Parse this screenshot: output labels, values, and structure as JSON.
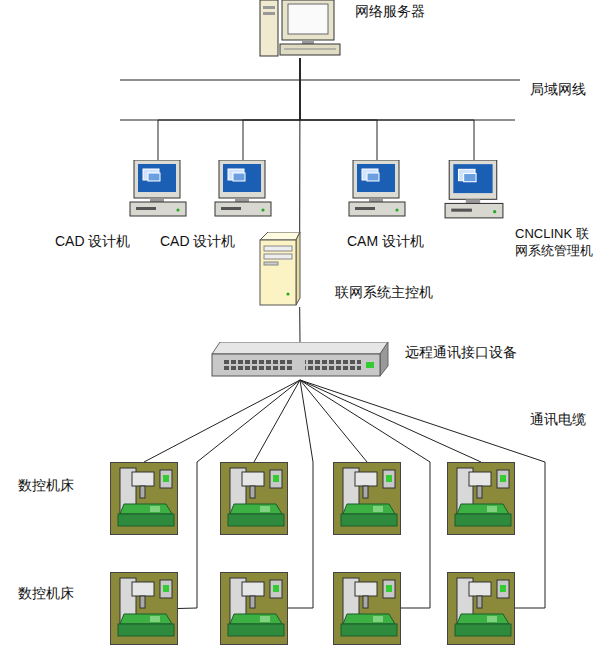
{
  "diagram": {
    "nodes": [
      {
        "text": [
          "网络服务器"
        ]
      },
      {
        "text": [
          "CAD 设计机"
        ]
      },
      {
        "text": [
          "CAD 设计机"
        ]
      },
      {
        "text": [
          "CAM 设计机"
        ]
      },
      {
        "text": [
          "CNCLINK 联网系统管理机"
        ]
      },
      {
        "text": [
          "联网系统主控机"
        ]
      },
      {
        "text": [
          "远程通讯接口设备"
        ]
      },
      {
        "text": [
          "数控机床"
        ]
      },
      {
        "text": [
          "数控机床"
        ]
      }
    ],
    "edges": [
      {
        "from": 0,
        "to": 1,
        "arrow": "none"
      },
      {
        "from": 0,
        "to": 2,
        "arrow": "none"
      },
      {
        "from": 0,
        "to": 3,
        "arrow": "none"
      },
      {
        "from": 0,
        "to": 4,
        "arrow": "none"
      },
      {
        "from": 0,
        "to": 5,
        "arrow": "none"
      },
      {
        "from": 5,
        "to": 6,
        "arrow": "none"
      },
      {
        "from": 6,
        "to": 7,
        "arrow": "none"
      },
      {
        "from": 6,
        "to": 8,
        "arrow": "none"
      }
    ],
    "labels": [
      "局域网线",
      "通讯电缆"
    ]
  }
}
